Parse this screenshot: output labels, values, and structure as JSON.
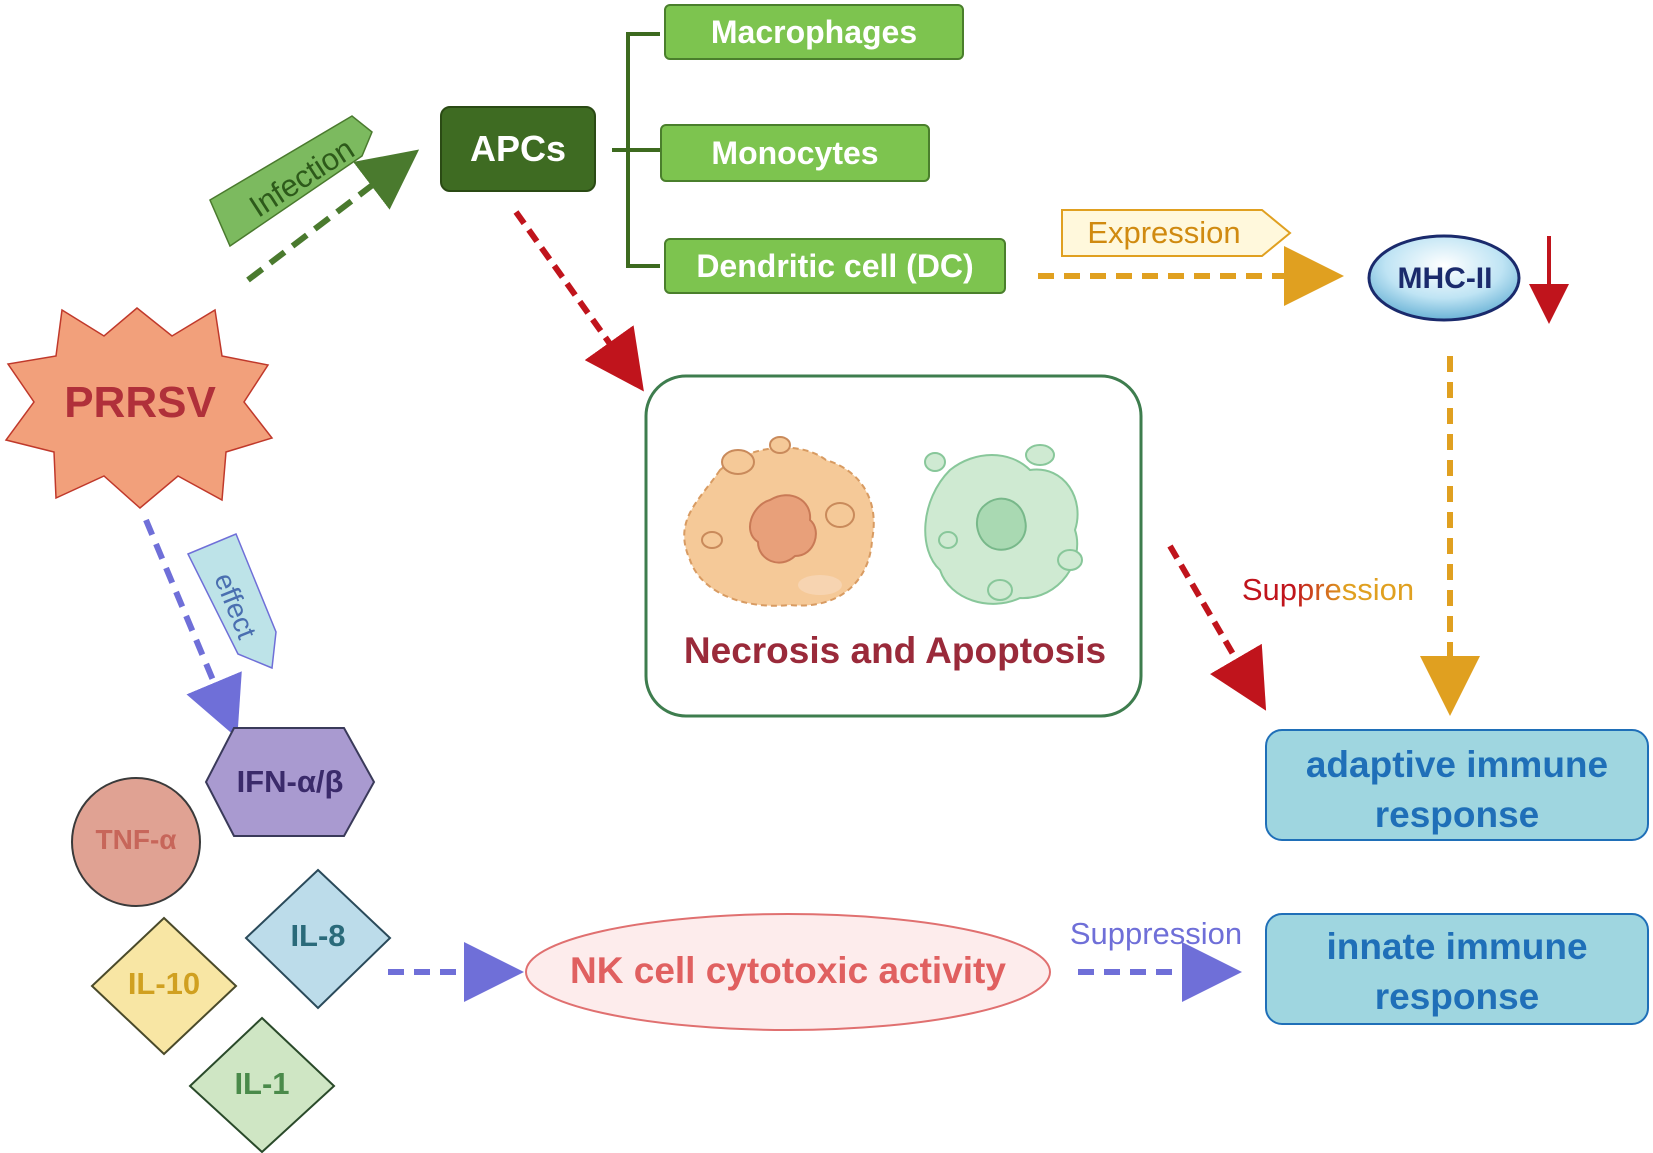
{
  "nodes": {
    "prrsv": "PRRSV",
    "apcs": "APCs",
    "macrophages": "Macrophages",
    "monocytes": "Monocytes",
    "dendritic": "Dendritic cell (DC)",
    "mhc": "MHC-II",
    "necrosis": "Necrosis and Apoptosis",
    "adaptive_line1": "adaptive immune",
    "adaptive_line2": "response",
    "innate_line1": "innate immune",
    "innate_line2": "response",
    "nk": "NK cell cytotoxic activity",
    "ifn": "IFN-α/β",
    "tnf": "TNF-α",
    "il8": "IL-8",
    "il10": "IL-10",
    "il1": "IL-1"
  },
  "edge_labels": {
    "infection": "Infection",
    "effect": "effect",
    "expression": "Expression",
    "suppression_adaptive": "Suppression",
    "suppression_innate": "Suppression"
  },
  "colors": {
    "infection_arrow": "#4a7a2e",
    "apoptosis_arrow": "#c0141c",
    "expression_arrow": "#e0a020",
    "effect_arrow": "#6f6fd8",
    "prrsv_fill": "#f2a07b",
    "prrsv_text": "#b0303a",
    "immune_box": "#9fd6e0",
    "immune_text": "#1f6fb8"
  }
}
